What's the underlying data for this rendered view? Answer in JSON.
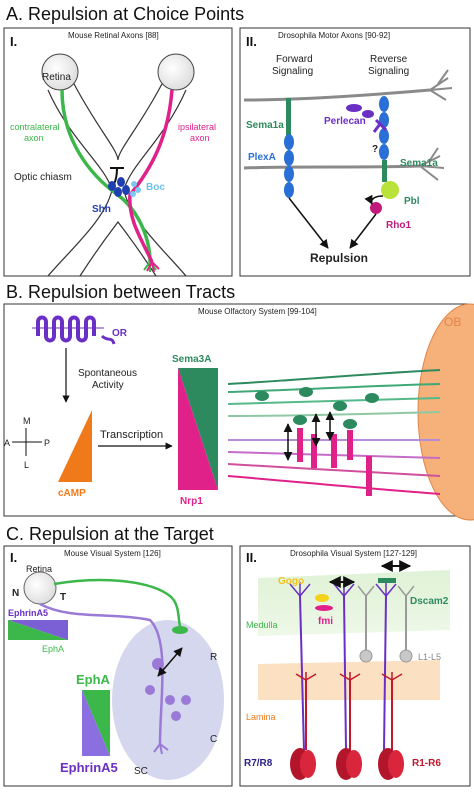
{
  "sectionA": {
    "title": "A. Repulsion at Choice Points",
    "panel1": {
      "roman": "I.",
      "subtitle": "Mouse Retinal Axons [88]",
      "retina": "Retina",
      "contra1": "contralateral",
      "contra2": "axon",
      "ipsi1": "ipsilateral",
      "ipsi2": "axon",
      "chiasm": "Optic chiasm",
      "shh": "Shh",
      "boc": "Boc"
    },
    "panel2": {
      "roman": "II.",
      "subtitle": "Drosophila Motor Axons [90-92]",
      "forward1": "Forward",
      "forward2": "Signaling",
      "reverse1": "Reverse",
      "reverse2": "Signaling",
      "sema1a_left": "Sema1a",
      "perlecan": "Perlecan",
      "question": "?",
      "plexa": "PlexA",
      "sema1a_right": "Sema1a",
      "pbl": "Pbl",
      "rho1": "Rho1",
      "repulsion": "Repulsion"
    }
  },
  "sectionB": {
    "title": "B. Repulsion between Tracts",
    "subtitle": "Mouse Olfactory System [99-104]",
    "or": "OR",
    "spont1": "Spontaneous",
    "spont2": "Activity",
    "axis_m": "M",
    "axis_a": "A",
    "axis_p": "P",
    "axis_l": "L",
    "transcription": "Transcription",
    "camp": "cAMP",
    "sema3a": "Sema3A",
    "nrp1": "Nrp1",
    "ob": "OB"
  },
  "sectionC": {
    "title": "C. Repulsion at the Target",
    "panel1": {
      "roman": "I.",
      "subtitle": "Mouse Visual System [126]",
      "retina": "Retina",
      "n": "N",
      "t": "T",
      "ephrina5_top": "EphrinA5",
      "epha_top": "EphA",
      "r": "R",
      "epha_big": "EphA",
      "ephrina5_big": "EphrinA5",
      "sc": "SC",
      "c": "C"
    },
    "panel2": {
      "roman": "II.",
      "subtitle": "Drosophila Visual System [127-129]",
      "gogo": "Gogo",
      "fmi": "fmi",
      "dscam2": "Dscam2",
      "medulla": "Medulla",
      "l1l5": "L1-L5",
      "lamina": "Lamina",
      "r7r8": "R7/R8",
      "r1r6": "R1-R6"
    }
  },
  "colors": {
    "green": "#3cb84a",
    "magenta": "#e0218a",
    "purple": "#6a2fc4",
    "blue": "#2a6fd6",
    "darkgreen": "#2d8a5e",
    "orange": "#f07a1a",
    "red": "#c0182c"
  }
}
